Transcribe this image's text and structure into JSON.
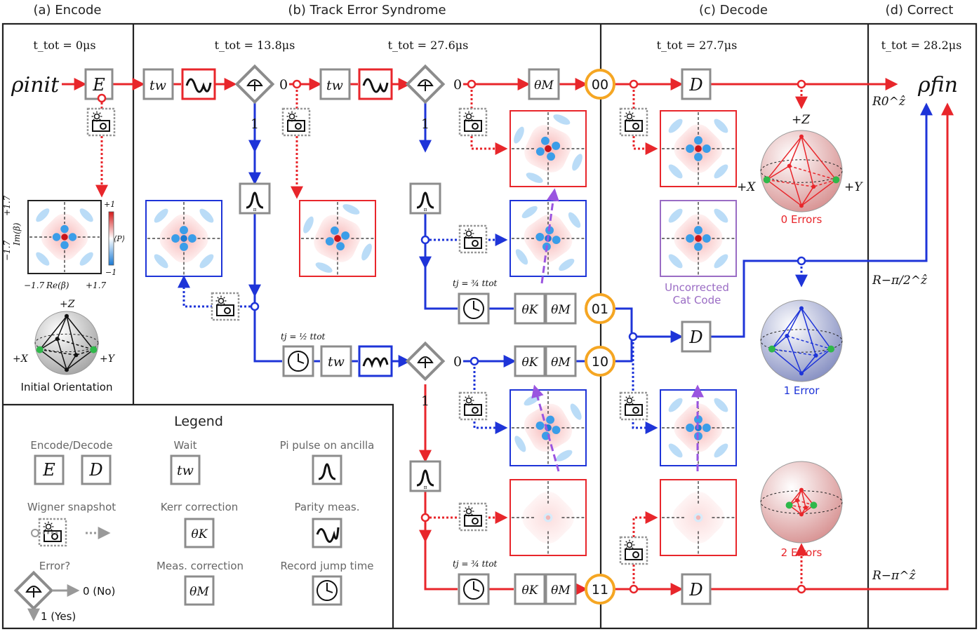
{
  "sections": {
    "encode": "(a) Encode",
    "track": "(b) Track Error Syndrome",
    "decode": "(c) Decode",
    "correct": "(d) Correct"
  },
  "times": {
    "t0": "t_tot = 0μs",
    "t1": "t_tot = 13.8μs",
    "t2": "t_tot = 27.6μs",
    "t3": "t_tot = 27.7μs",
    "t4": "t_tot = 28.2μs"
  },
  "states": {
    "rho_init": "ρinit",
    "rho_fin": "ρfin"
  },
  "gates": {
    "E": "E",
    "D": "D",
    "tw": "tw",
    "thetaK": "θK",
    "thetaM": "θM"
  },
  "outcomes": {
    "zero": "0",
    "one": "1"
  },
  "syndromes": [
    "00",
    "01",
    "10",
    "11"
  ],
  "jump_time_half": "tj = ½ ttot",
  "jump_time_34": "tj = ¾ ttot",
  "rotations": {
    "r0": "R0^ẑ",
    "r_half": "R−π/2^ẑ",
    "r_pi": "R−π^ẑ"
  },
  "wigner_axes": {
    "ylabel": "Im(β)",
    "xlabel": "Re(β)",
    "neg": "−1.7",
    "pos": "+1.7",
    "cbar_top": "+1",
    "cbar_bot": "−1",
    "cbar_label": "⟨P⟩"
  },
  "bloch_labels": {
    "pz": "+Z",
    "px": "+X",
    "py": "+Y"
  },
  "captions": {
    "initial_orientation": "Initial Orientation",
    "uncorrected_1": "Uncorrected",
    "uncorrected_2": "Cat Code",
    "zero_errors": "0 Errors",
    "one_error": "1 Error",
    "two_errors": "2 Errors"
  },
  "legend": {
    "title": "Legend",
    "encode_decode": "Encode/Decode",
    "wait": "Wait",
    "pi_pulse": "Pi pulse on ancilla",
    "wigner_snapshot": "Wigner snapshot",
    "kerr": "Kerr correction",
    "parity": "Parity meas.",
    "error": "Error?",
    "meas_corr": "Meas. correction",
    "record_jump": "Record jump time",
    "no": "0 (No)",
    "yes": "1 (Yes)"
  },
  "colors": {
    "red": "#e8262b",
    "blue": "#1e34d8",
    "orange": "#f5a623",
    "purple": "#9a6cc4",
    "gray": "#8c8c8c",
    "green": "#2fb84a"
  }
}
